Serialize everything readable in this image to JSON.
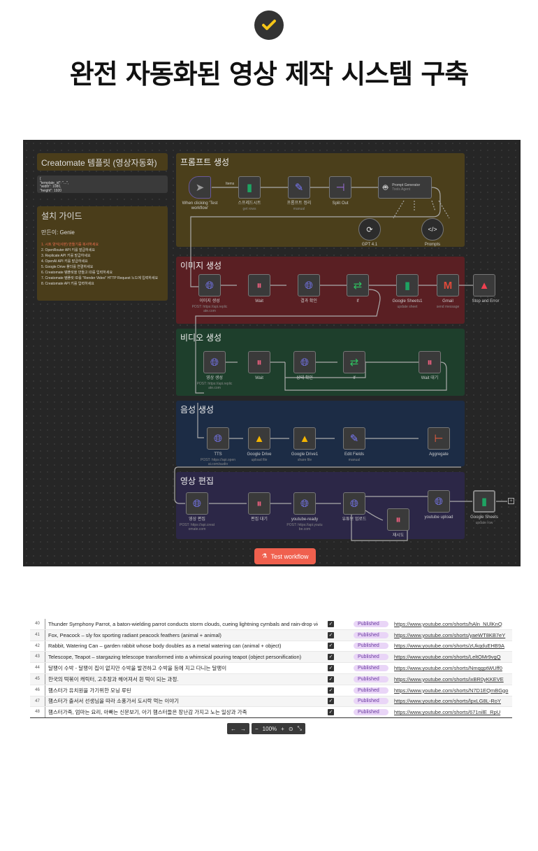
{
  "header": {
    "title": "완전 자동화된 영상 제작 시스템 구축",
    "check_icon": "check-circle-icon"
  },
  "notes": {
    "template_title": "Creatomate 템플릿 (영상자동화)",
    "code_lines": [
      "{",
      "  \"template_id\": \"...\",",
      "  \"width\": 1080,",
      "  \"height\": 1920"
    ],
    "guide_title": "설치 가이드",
    "guide_author": "만든이: Genie",
    "guide_steps": [
      "1. 시트 양식(사본) 만들기를 복사하세요",
      "2. OpenRouter API 키를 발급하세요",
      "3. Replicate API 키를 발급하세요",
      "4. OpenAI API 키를 발급하세요",
      "5. Google Drive 폴더를 연결하세요",
      "6. Creatomate 템플릿을 만들고 ID를 입력하세요",
      "7. Creatomate 템플릿 ID를 \"Render Video\" HTTP Request 노드에 입력하세요",
      "8. Creatomate API 키를 입력하세요"
    ]
  },
  "groups": {
    "prompt": "프롬프트 생성",
    "image": "이미지 생성",
    "video": "비디오 생성",
    "audio": "음성 생성",
    "edit": "영상 편집"
  },
  "nodes": {
    "prompt": [
      {
        "label": "When clicking 'Test workflow'"
      },
      {
        "label": "스프레드시트",
        "sub": "get rows"
      },
      {
        "label": "프롬프트 정리",
        "sub": "manual"
      },
      {
        "label": "Split Out"
      },
      {
        "label": "Prompt Generator",
        "sub": "Tools Agent"
      },
      {
        "label": "GPT 4.1"
      },
      {
        "label": "Prompts"
      }
    ],
    "edge_label": "Items",
    "image": [
      {
        "label": "이미지 생성",
        "sub": "POST: https://api.replicate.com"
      },
      {
        "label": "Wait"
      },
      {
        "label": "결과 확인"
      },
      {
        "label": "If"
      },
      {
        "label": "Google Sheets1",
        "sub": "update sheet"
      },
      {
        "label": "Gmail",
        "sub": "send message"
      },
      {
        "label": "Stop and Error"
      }
    ],
    "video": [
      {
        "label": "영상 생성",
        "sub": "POST: https://api.replicate.com"
      },
      {
        "label": "Wait"
      },
      {
        "label": "상태 확인"
      },
      {
        "label": "If"
      },
      {
        "label": "Wait 대기"
      }
    ],
    "audio": [
      {
        "label": "TTS",
        "sub": "POST: https://api.openai.com/audio"
      },
      {
        "label": "Google Drive",
        "sub": "upload file"
      },
      {
        "label": "Google Drive1",
        "sub": "share file"
      },
      {
        "label": "Edit Fields",
        "sub": "manual"
      },
      {
        "label": "Aggregate"
      }
    ],
    "edit": [
      {
        "label": "영상 편집",
        "sub": "POST: https://api.creatomate.com"
      },
      {
        "label": "편집 대기"
      },
      {
        "label": "youtube-ready",
        "sub": "POST: https://api.youtube.com"
      },
      {
        "label": "유튜브 업로드"
      },
      {
        "label": "재시도"
      },
      {
        "label": "youtube upload"
      },
      {
        "label": "Google Sheets",
        "sub": "update row"
      }
    ]
  },
  "test_button": "Test workflow",
  "table": {
    "status_label": "Published",
    "rows": [
      {
        "n": "40",
        "text": "Thunder Symphony Parrot, a baton-wielding parrot conducts storm clouds, cueing lightning cymbals and rain-drop violin",
        "url": "https://www.youtube.com/shorts/hAln_NUlKnQ"
      },
      {
        "n": "41",
        "text": "Fox, Peacock – sly fox sporting radiant peacock feathers (animal + animal)",
        "url": "https://www.youtube.com/shorts/yaeWT8KB7eY"
      },
      {
        "n": "42",
        "text": "Rabbit, Watering Can – garden rabbit whose body doubles as a metal watering can (animal + object)",
        "url": "https://www.youtube.com/shorts/zUkqduEHB9A"
      },
      {
        "n": "43",
        "text": "Telescope, Teapot – stargazing telescope transformed into a whimsical pouring teapot (object personification)",
        "url": "https://www.youtube.com/shorts/LeltOMr9vgQ"
      },
      {
        "n": "44",
        "text": "달팽이 수박 - 달팽이 집이 없지만 수박을 발견하고 수박을 등에 지고 다니는 달팽이",
        "url": "https://www.youtube.com/shorts/NmqgptWUff0"
      },
      {
        "n": "45",
        "text": "한국의 떡볶이 캐릭터, 고추장과 헤어져서 흰 떡이 되는 과정.",
        "url": "https://www.youtube.com/shorts/ixBR0yKKEVE"
      },
      {
        "n": "46",
        "text": "햄스터가 유치원을 가기위한 모닝 루틴",
        "url": "https://www.youtube.com/shorts/N7D1EQmBGgo"
      },
      {
        "n": "47",
        "text": "햄스터가 출서서 선생님을 따라 소풍가서 도시락 먹는 이야기",
        "url": "https://www.youtube.com/shorts/lpxLG8L-RoY"
      },
      {
        "n": "48",
        "text": "햄스터가족, 엄마는 요리, 아빠는 신문보기, 아기 햄스터들은 장난감 가지고 노는 일상과 가족",
        "url": "https://www.youtube.com/shorts/671nilE_RpU"
      }
    ]
  },
  "zoom": {
    "level": "100%"
  }
}
